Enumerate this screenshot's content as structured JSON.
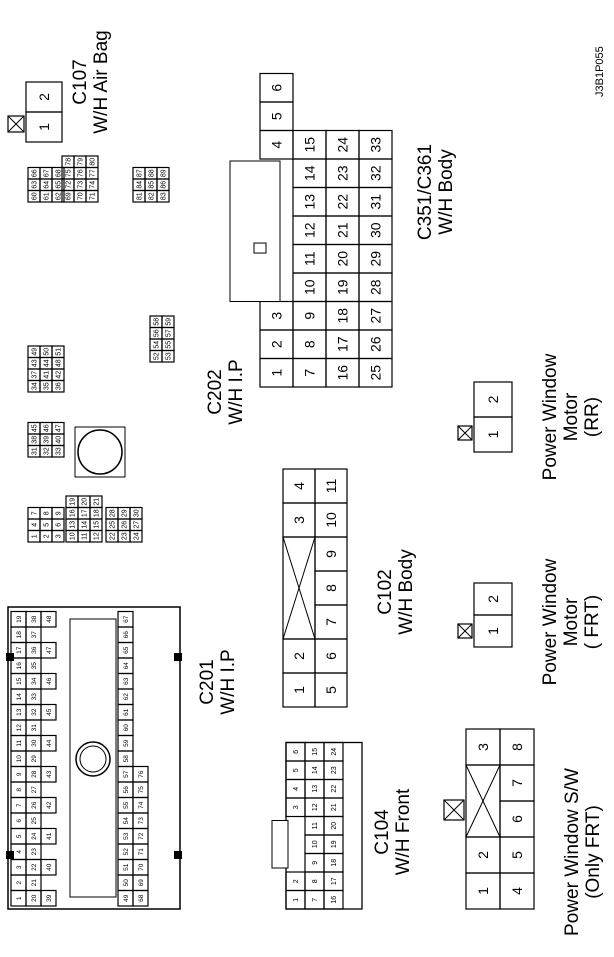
{
  "figure_id": "J3B1P055",
  "connectors": {
    "c107": {
      "code": "C107",
      "name": "W/H Air Bag",
      "pins": [
        "1",
        "2"
      ]
    },
    "c351": {
      "code": "C351/C361",
      "name": "W/H Body",
      "rows": [
        [
          "1",
          "2",
          "3",
          "",
          "",
          "",
          "",
          "",
          "4",
          "5",
          "6"
        ],
        [
          "7",
          "8",
          "9",
          "10",
          "11",
          "12",
          "13",
          "14",
          "15"
        ],
        [
          "16",
          "17",
          "18",
          "19",
          "20",
          "21",
          "22",
          "23",
          "24"
        ],
        [
          "25",
          "26",
          "27",
          "28",
          "29",
          "30",
          "31",
          "32",
          "33"
        ]
      ]
    },
    "c202": {
      "code": "C202",
      "name": "W/H I.P",
      "blocks": [
        [
          "1",
          "2",
          "3",
          "4",
          "5",
          "6",
          "7",
          "8",
          "9"
        ],
        [
          "10",
          "11",
          "12",
          "13",
          "14",
          "15",
          "16",
          "17",
          "18",
          "19",
          "20",
          "21"
        ],
        [
          "22",
          "23",
          "24",
          "25",
          "26",
          "27",
          "28",
          "29",
          "30"
        ],
        [
          "31",
          "32",
          "33",
          "38",
          "39",
          "40",
          "45",
          "46",
          "47"
        ],
        [
          "34",
          "35",
          "36",
          "37",
          "41",
          "42",
          "43",
          "44",
          "48",
          "49",
          "50",
          "51"
        ],
        [
          "52",
          "53",
          "54",
          "55",
          "56",
          "57",
          "58",
          "59"
        ],
        [
          "60",
          "61",
          "62",
          "63",
          "64",
          "65",
          "66",
          "67",
          "68"
        ],
        [
          "69",
          "70",
          "71",
          "72",
          "73",
          "74",
          "75",
          "76",
          "77",
          "78",
          "79",
          "80"
        ],
        [
          "81",
          "82",
          "83",
          "84",
          "85",
          "86",
          "87",
          "88",
          "89"
        ]
      ]
    },
    "c102": {
      "code": "C102",
      "name": "W/H Body",
      "top": [
        "2",
        "",
        "3",
        "4"
      ],
      "bottom": [
        "5",
        "6",
        "7",
        "8",
        "9",
        "10",
        "11"
      ],
      "lead": "1"
    },
    "pw_rr": {
      "name": "Power Window\nMotor\n(RR)",
      "pins": [
        "1",
        "2"
      ]
    },
    "pw_frt": {
      "name": "Power Window\nMotor\n( FRT)",
      "pins": [
        "1",
        "2"
      ]
    },
    "pw_sw": {
      "name": "Power Window S/W\n(Only FRT)",
      "top": [
        "1",
        "2",
        "",
        "3"
      ],
      "bottom": [
        "4",
        "5",
        "6",
        "7",
        "8"
      ]
    },
    "c201": {
      "code": "C201",
      "name": "W/H I.P",
      "pins": [
        "1",
        "2",
        "3",
        "4",
        "5",
        "6",
        "7",
        "8",
        "9",
        "10",
        "11",
        "12",
        "13",
        "14",
        "15",
        "16",
        "17",
        "18",
        "19",
        "20",
        "21",
        "22",
        "23",
        "24",
        "25",
        "26",
        "27",
        "28",
        "29",
        "30",
        "31",
        "32",
        "33",
        "34",
        "35",
        "36",
        "37",
        "38",
        "39",
        "40",
        "41",
        "42",
        "43",
        "44",
        "45",
        "46",
        "47",
        "48",
        "49",
        "50",
        "51",
        "52",
        "53",
        "54",
        "55",
        "56",
        "57",
        "58",
        "59",
        "60",
        "61",
        "62",
        "63",
        "64",
        "65",
        "66",
        "67",
        "68",
        "69",
        "70",
        "71",
        "72",
        "73",
        "74",
        "75",
        "76"
      ]
    },
    "c104": {
      "code": "C104",
      "name": "W/H Front",
      "pins": [
        "1",
        "2",
        "3",
        "4",
        "5",
        "6",
        "7",
        "8",
        "9",
        "10",
        "11",
        "12",
        "13",
        "14",
        "15",
        "16",
        "17",
        "18",
        "19",
        "20",
        "21",
        "22",
        "23",
        "24"
      ]
    }
  }
}
